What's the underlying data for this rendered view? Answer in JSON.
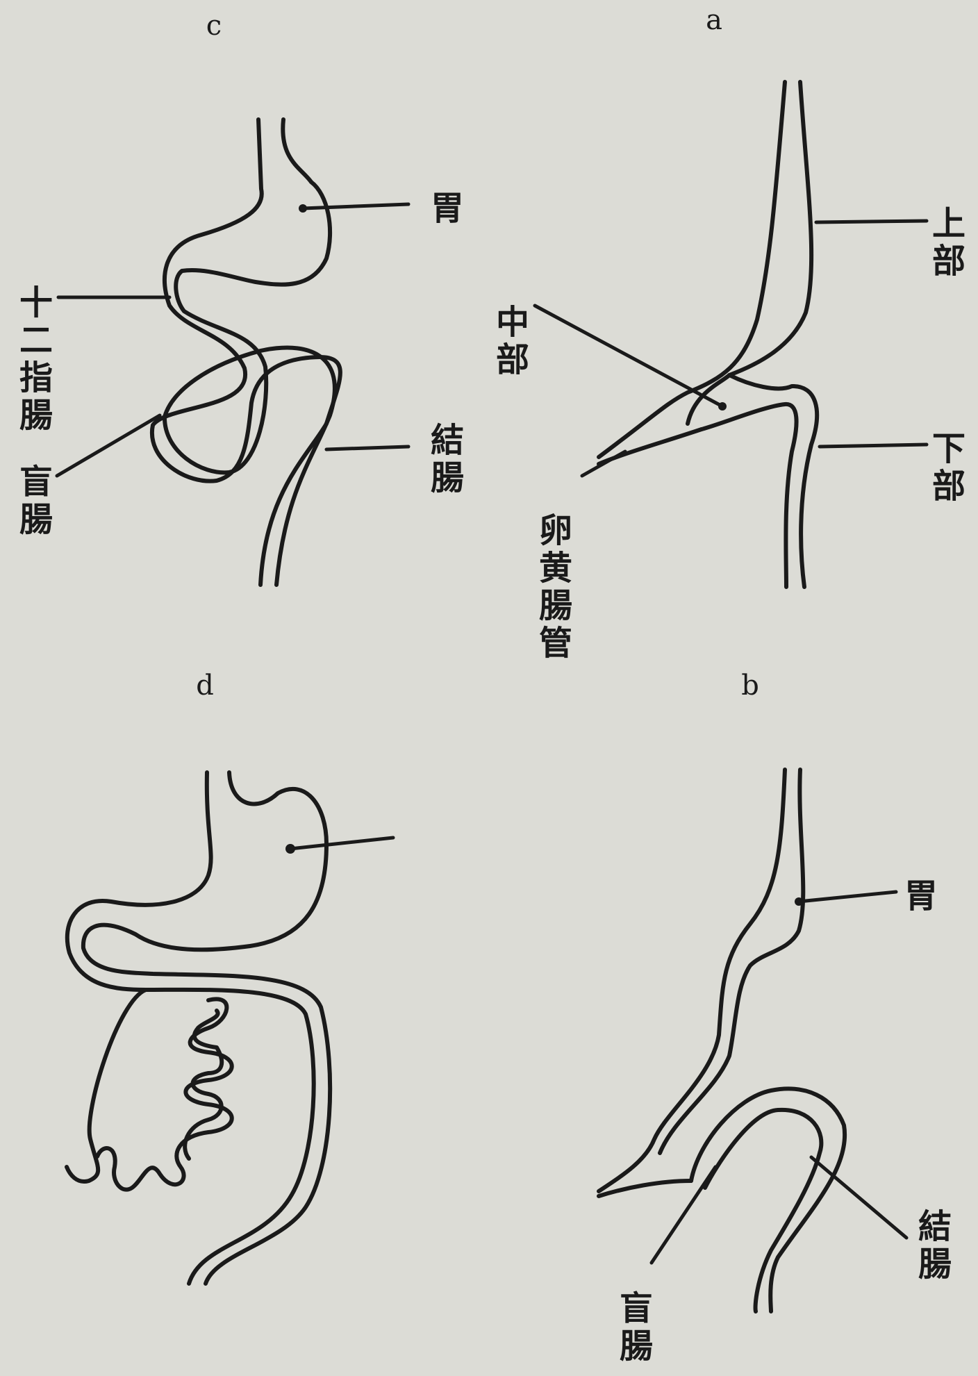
{
  "panels": {
    "a": {
      "letter": "a",
      "label_upper": "上部",
      "label_middle": "中部",
      "label_lower": "下部",
      "label_yolk": "卵黄腸管"
    },
    "b": {
      "letter": "b",
      "label_stomach": "胃",
      "label_colon": "結腸",
      "label_cecum": "盲腸"
    },
    "c": {
      "letter": "c",
      "label_stomach": "胃",
      "label_duodenum": "十二指腸",
      "label_colon": "結腸",
      "label_cecum": "盲腸"
    },
    "d": {
      "letter": "d"
    }
  },
  "colors": {
    "background": "#dcdcd6",
    "ink": "#1a1a1a"
  }
}
